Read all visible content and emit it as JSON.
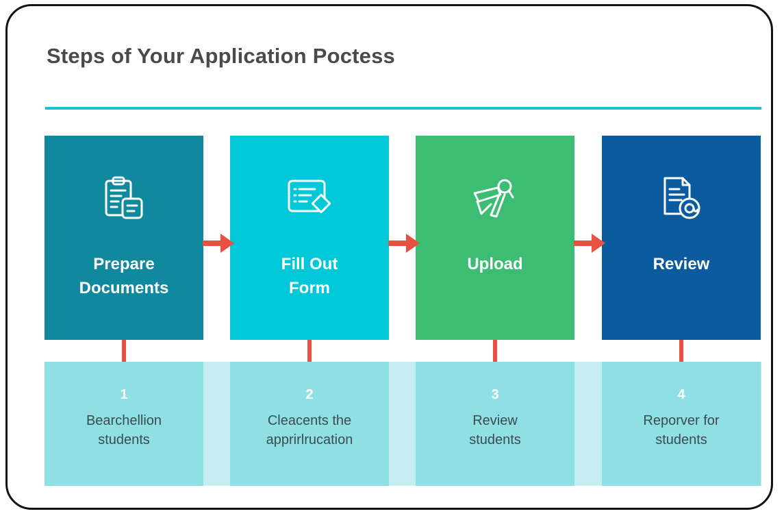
{
  "title": "Steps of Your Application Poctess",
  "colors": {
    "accent_rule": "#1fc1d0",
    "arrow": "#e8513f",
    "band": "#c6eef1",
    "bottom_card": "#8fe0e4"
  },
  "steps": [
    {
      "label": "Prepare\nDocuments",
      "icon": "clipboard-documents-icon",
      "color": "#10889e",
      "number": "1",
      "description": "Bearchellion\nstudents"
    },
    {
      "label": "Fill Out\nForm",
      "icon": "form-edit-icon",
      "color": "#00c8d9",
      "number": "2",
      "description": "Cleacents the\napprirlrucation"
    },
    {
      "label": "Upload",
      "icon": "upload-ticket-icon",
      "color": "#3dbd74",
      "number": "3",
      "description": "Review\nstudents"
    },
    {
      "label": "Review",
      "icon": "document-review-icon",
      "color": "#0b5ba0",
      "number": "4",
      "description": "Reporver for\nstudents"
    }
  ]
}
